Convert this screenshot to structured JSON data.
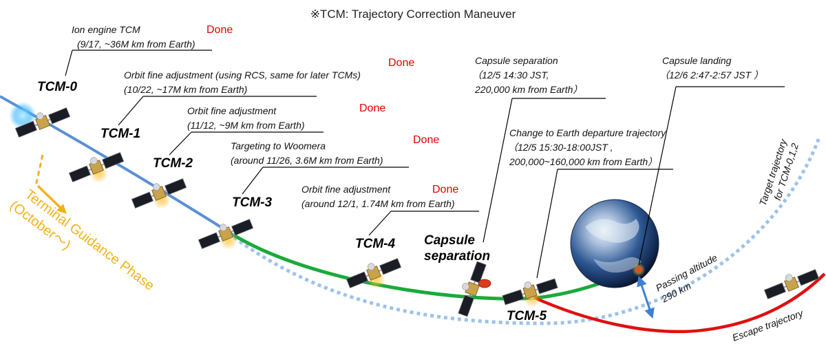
{
  "diagram": {
    "title": "※TCM: Trajectory Correction Maneuver",
    "colors": {
      "approach": "#5b8fd6",
      "final": "#1aaa3a",
      "escape": "#e01010",
      "target": "#9cc2ea",
      "phase": "#f2b21a",
      "done": "#e00000",
      "arrow": "#3f7fd0"
    },
    "tcms": [
      {
        "id": "tcm-0",
        "label": "TCM-0",
        "note": [
          "Ion engine TCM",
          "(9/17, ~36M km from Earth)"
        ],
        "status": "Done"
      },
      {
        "id": "tcm-1",
        "label": "TCM-1",
        "note": [
          "Orbit fine adjustment (using RCS, same for later TCMs)",
          "(10/22, ~17M km from Earth)"
        ],
        "status": "Done"
      },
      {
        "id": "tcm-2",
        "label": "TCM-2",
        "note": [
          "Orbit fine adjustment",
          "(11/12, ~9M km from Earth)"
        ],
        "status": "Done"
      },
      {
        "id": "tcm-3",
        "label": "TCM-3",
        "note": [
          "Targeting to Woomera",
          "(around 11/26, 3.6M km from Earth)"
        ],
        "status": "Done"
      },
      {
        "id": "tcm-4",
        "label": "TCM-4",
        "note": [
          "Orbit fine adjustment",
          "(around 12/1, 1.74M km from Earth)"
        ],
        "status": "Done"
      },
      {
        "id": "tcm-5",
        "label": "TCM-5",
        "note": [
          "Change to Earth departure trajectory",
          "（12/5 15:30-18:00JST ,",
          "200,000~160,000 km from Earth）"
        ],
        "status": ""
      }
    ],
    "capsule_separation": {
      "label": [
        "Capsule",
        "separation"
      ],
      "note": [
        "Capsule separation",
        "（12/5 14:30 JST,",
        "220,000 km from Earth）"
      ]
    },
    "capsule_landing": {
      "note": [
        "Capsule landing",
        "（12/6 2:47-2:57 JST ）"
      ]
    },
    "phase": {
      "label": [
        "Terminal Guidance Phase",
        "(October～)"
      ]
    },
    "target_trajectory": {
      "label": [
        "Target trajectory",
        "for TCM-0,1,2"
      ]
    },
    "passing_altitude": {
      "label": [
        "Passing altitude",
        "290 km"
      ]
    },
    "escape_trajectory": {
      "label": "Escape trajectory"
    }
  }
}
